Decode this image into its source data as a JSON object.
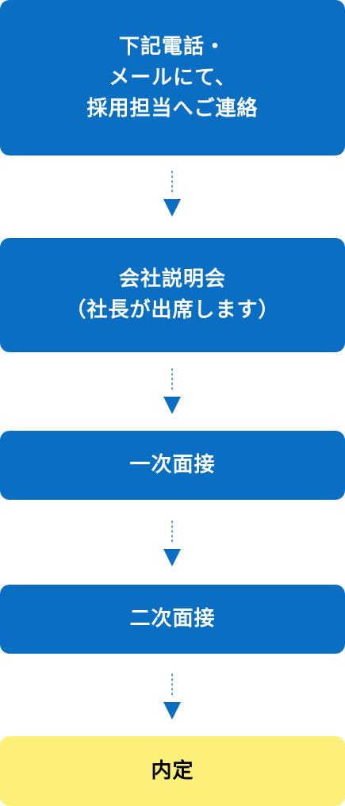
{
  "flow": {
    "steps": [
      {
        "lines": [
          "下記電話・",
          "メールにて、",
          "採用担当へご連絡"
        ]
      },
      {
        "lines": [
          "会社説明会",
          "（社長が出席します）"
        ]
      },
      {
        "lines": [
          "一次面接"
        ]
      },
      {
        "lines": [
          "二次面接"
        ]
      },
      {
        "lines": [
          "内定"
        ]
      }
    ]
  },
  "colors": {
    "step_fill": "#0a6fc2",
    "final_fill": "#fdf07a",
    "arrow": "#0a6fc2"
  }
}
